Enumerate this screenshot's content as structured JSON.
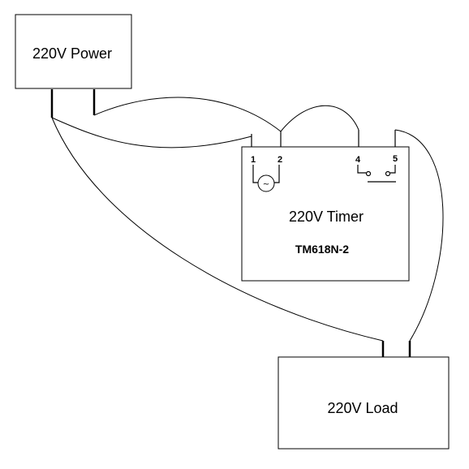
{
  "power": {
    "label": "220V Power"
  },
  "timer": {
    "label": "220V Timer",
    "model": "TM618N-2",
    "pins": [
      "1",
      "2",
      "4",
      "5"
    ],
    "motor_symbol": "~"
  },
  "load": {
    "label": "220V Load"
  }
}
